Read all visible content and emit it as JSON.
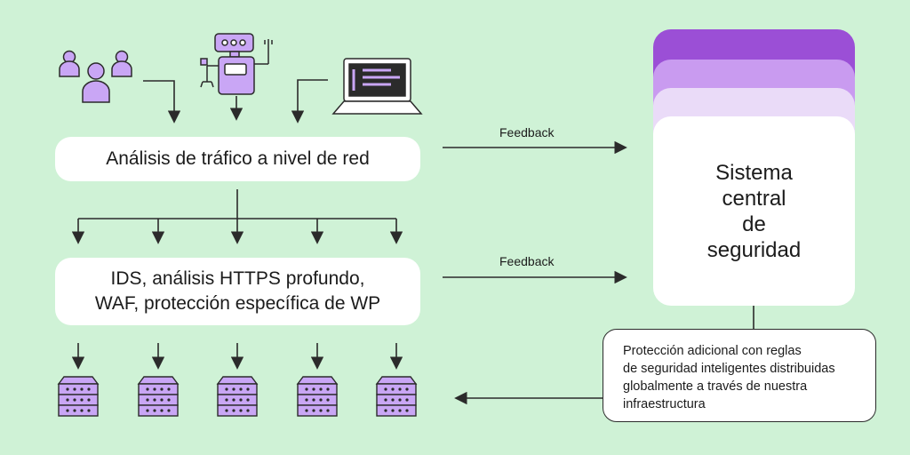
{
  "traffic_box": {
    "label": "Análisis de tráfico a nivel de red"
  },
  "ids_box": {
    "line1": "IDS, análisis HTTPS profundo,",
    "line2": "WAF, protección específica de WP"
  },
  "central_box": {
    "line1": "Sistema",
    "line2": "central",
    "line3": "de",
    "line4": "seguridad"
  },
  "feedback": {
    "top_label": "Feedback",
    "bottom_label": "Feedback"
  },
  "note": {
    "line1": "Protección adicional con reglas",
    "line2": "de seguridad inteligentes distribuidas",
    "line3": "globalmente a través de nuestra",
    "line4": "infraestructura"
  },
  "colors": {
    "background": "#cff2d6",
    "purple_dark": "#9b4fd6",
    "purple_mid": "#c99bf0",
    "purple_light": "#eadbf8",
    "icon_fill": "#c9a6f5",
    "stroke": "#2b2b2b"
  },
  "icons": {
    "sources": [
      "users-group-icon",
      "robot-icon",
      "laptop-icon"
    ],
    "servers": [
      "server-icon",
      "server-icon",
      "server-icon",
      "server-icon",
      "server-icon"
    ]
  }
}
